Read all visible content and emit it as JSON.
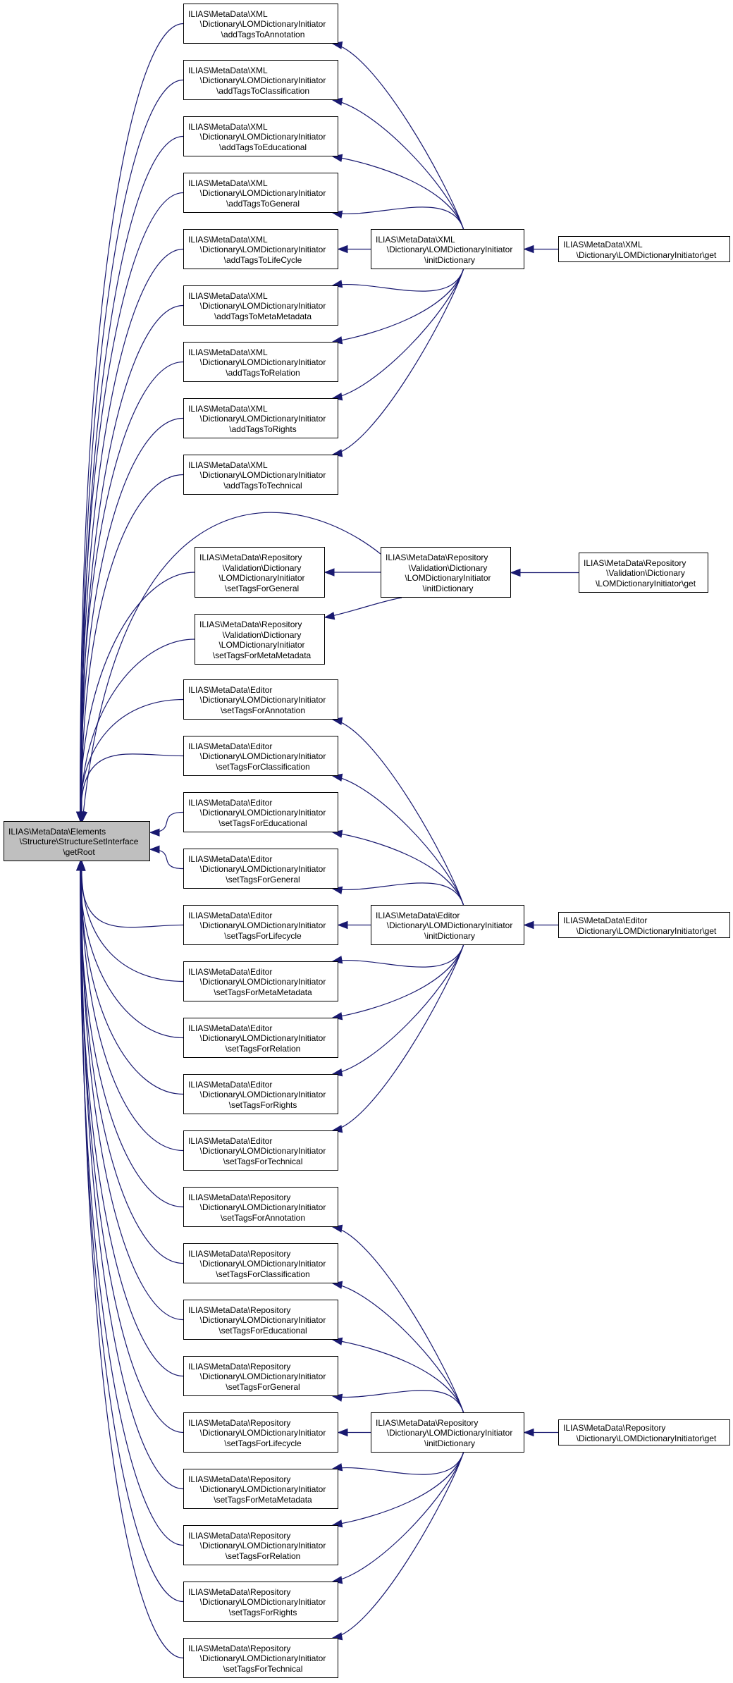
{
  "graph": {
    "edge_color": "#191970",
    "root": {
      "id": "root",
      "lines": [
        "ILIAS\\MetaData\\Elements",
        "\\Structure\\StructureSetInterface",
        "\\getRoot"
      ],
      "fill": "#bfbfbf"
    },
    "groups": [
      {
        "init": {
          "id": "xml-init",
          "lines": [
            "ILIAS\\MetaData\\XML",
            "\\Dictionary\\LOMDictionaryInitiator",
            "\\initDictionary"
          ]
        },
        "get": {
          "id": "xml-get",
          "lines": [
            "ILIAS\\MetaData\\XML",
            "\\Dictionary\\LOMDictionaryInitiator\\get"
          ]
        },
        "callers": [
          {
            "id": "xml-1",
            "lines": [
              "ILIAS\\MetaData\\XML",
              "\\Dictionary\\LOMDictionaryInitiator",
              "\\addTagsToAnnotation"
            ]
          },
          {
            "id": "xml-2",
            "lines": [
              "ILIAS\\MetaData\\XML",
              "\\Dictionary\\LOMDictionaryInitiator",
              "\\addTagsToClassification"
            ]
          },
          {
            "id": "xml-3",
            "lines": [
              "ILIAS\\MetaData\\XML",
              "\\Dictionary\\LOMDictionaryInitiator",
              "\\addTagsToEducational"
            ]
          },
          {
            "id": "xml-4",
            "lines": [
              "ILIAS\\MetaData\\XML",
              "\\Dictionary\\LOMDictionaryInitiator",
              "\\addTagsToGeneral"
            ]
          },
          {
            "id": "xml-5",
            "lines": [
              "ILIAS\\MetaData\\XML",
              "\\Dictionary\\LOMDictionaryInitiator",
              "\\addTagsToLifeCycle"
            ]
          },
          {
            "id": "xml-6",
            "lines": [
              "ILIAS\\MetaData\\XML",
              "\\Dictionary\\LOMDictionaryInitiator",
              "\\addTagsToMetaMetadata"
            ]
          },
          {
            "id": "xml-7",
            "lines": [
              "ILIAS\\MetaData\\XML",
              "\\Dictionary\\LOMDictionaryInitiator",
              "\\addTagsToRelation"
            ]
          },
          {
            "id": "xml-8",
            "lines": [
              "ILIAS\\MetaData\\XML",
              "\\Dictionary\\LOMDictionaryInitiator",
              "\\addTagsToRights"
            ]
          },
          {
            "id": "xml-9",
            "lines": [
              "ILIAS\\MetaData\\XML",
              "\\Dictionary\\LOMDictionaryInitiator",
              "\\addTagsToTechnical"
            ]
          }
        ]
      },
      {
        "init": {
          "id": "val-init",
          "lines": [
            "ILIAS\\MetaData\\Repository",
            "\\Validation\\Dictionary",
            "\\LOMDictionaryInitiator",
            "\\initDictionary"
          ]
        },
        "get": {
          "id": "val-get",
          "lines": [
            "ILIAS\\MetaData\\Repository",
            "\\Validation\\Dictionary",
            "\\LOMDictionaryInitiator\\get"
          ]
        },
        "callers": [
          {
            "id": "val-1",
            "lines": [
              "ILIAS\\MetaData\\Repository",
              "\\Validation\\Dictionary",
              "\\LOMDictionaryInitiator",
              "\\setTagsForGeneral"
            ]
          },
          {
            "id": "val-2",
            "lines": [
              "ILIAS\\MetaData\\Repository",
              "\\Validation\\Dictionary",
              "\\LOMDictionaryInitiator",
              "\\setTagsForMetaMetadata"
            ]
          }
        ]
      },
      {
        "init": {
          "id": "ed-init",
          "lines": [
            "ILIAS\\MetaData\\Editor",
            "\\Dictionary\\LOMDictionaryInitiator",
            "\\initDictionary"
          ]
        },
        "get": {
          "id": "ed-get",
          "lines": [
            "ILIAS\\MetaData\\Editor",
            "\\Dictionary\\LOMDictionaryInitiator\\get"
          ]
        },
        "callers": [
          {
            "id": "ed-1",
            "lines": [
              "ILIAS\\MetaData\\Editor",
              "\\Dictionary\\LOMDictionaryInitiator",
              "\\setTagsForAnnotation"
            ]
          },
          {
            "id": "ed-2",
            "lines": [
              "ILIAS\\MetaData\\Editor",
              "\\Dictionary\\LOMDictionaryInitiator",
              "\\setTagsForClassification"
            ]
          },
          {
            "id": "ed-3",
            "lines": [
              "ILIAS\\MetaData\\Editor",
              "\\Dictionary\\LOMDictionaryInitiator",
              "\\setTagsForEducational"
            ]
          },
          {
            "id": "ed-4",
            "lines": [
              "ILIAS\\MetaData\\Editor",
              "\\Dictionary\\LOMDictionaryInitiator",
              "\\setTagsForGeneral"
            ]
          },
          {
            "id": "ed-5",
            "lines": [
              "ILIAS\\MetaData\\Editor",
              "\\Dictionary\\LOMDictionaryInitiator",
              "\\setTagsForLifecycle"
            ]
          },
          {
            "id": "ed-6",
            "lines": [
              "ILIAS\\MetaData\\Editor",
              "\\Dictionary\\LOMDictionaryInitiator",
              "\\setTagsForMetaMetadata"
            ]
          },
          {
            "id": "ed-7",
            "lines": [
              "ILIAS\\MetaData\\Editor",
              "\\Dictionary\\LOMDictionaryInitiator",
              "\\setTagsForRelation"
            ]
          },
          {
            "id": "ed-8",
            "lines": [
              "ILIAS\\MetaData\\Editor",
              "\\Dictionary\\LOMDictionaryInitiator",
              "\\setTagsForRights"
            ]
          },
          {
            "id": "ed-9",
            "lines": [
              "ILIAS\\MetaData\\Editor",
              "\\Dictionary\\LOMDictionaryInitiator",
              "\\setTagsForTechnical"
            ]
          }
        ]
      },
      {
        "init": {
          "id": "repo-init",
          "lines": [
            "ILIAS\\MetaData\\Repository",
            "\\Dictionary\\LOMDictionaryInitiator",
            "\\initDictionary"
          ]
        },
        "get": {
          "id": "repo-get",
          "lines": [
            "ILIAS\\MetaData\\Repository",
            "\\Dictionary\\LOMDictionaryInitiator\\get"
          ]
        },
        "callers": [
          {
            "id": "repo-1",
            "lines": [
              "ILIAS\\MetaData\\Repository",
              "\\Dictionary\\LOMDictionaryInitiator",
              "\\setTagsForAnnotation"
            ]
          },
          {
            "id": "repo-2",
            "lines": [
              "ILIAS\\MetaData\\Repository",
              "\\Dictionary\\LOMDictionaryInitiator",
              "\\setTagsForClassification"
            ]
          },
          {
            "id": "repo-3",
            "lines": [
              "ILIAS\\MetaData\\Repository",
              "\\Dictionary\\LOMDictionaryInitiator",
              "\\setTagsForEducational"
            ]
          },
          {
            "id": "repo-4",
            "lines": [
              "ILIAS\\MetaData\\Repository",
              "\\Dictionary\\LOMDictionaryInitiator",
              "\\setTagsForGeneral"
            ]
          },
          {
            "id": "repo-5",
            "lines": [
              "ILIAS\\MetaData\\Repository",
              "\\Dictionary\\LOMDictionaryInitiator",
              "\\setTagsForLifecycle"
            ]
          },
          {
            "id": "repo-6",
            "lines": [
              "ILIAS\\MetaData\\Repository",
              "\\Dictionary\\LOMDictionaryInitiator",
              "\\setTagsForMetaMetadata"
            ]
          },
          {
            "id": "repo-7",
            "lines": [
              "ILIAS\\MetaData\\Repository",
              "\\Dictionary\\LOMDictionaryInitiator",
              "\\setTagsForRelation"
            ]
          },
          {
            "id": "repo-8",
            "lines": [
              "ILIAS\\MetaData\\Repository",
              "\\Dictionary\\LOMDictionaryInitiator",
              "\\setTagsForRights"
            ]
          },
          {
            "id": "repo-9",
            "lines": [
              "ILIAS\\MetaData\\Repository",
              "\\Dictionary\\LOMDictionaryInitiator",
              "\\setTagsForTechnical"
            ]
          }
        ]
      }
    ]
  }
}
